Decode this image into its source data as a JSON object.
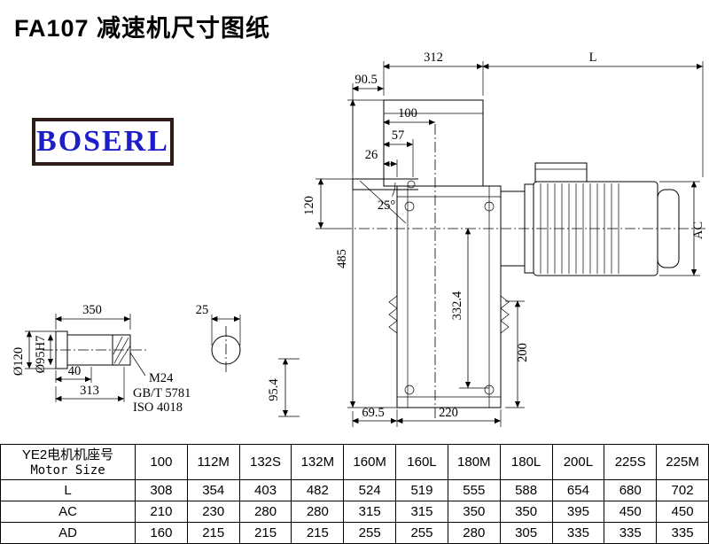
{
  "title": "FA107 减速机尺寸图纸",
  "logo": "BOSERL",
  "dims": {
    "d312": "312",
    "dL": "L",
    "d90_5": "90.5",
    "d100": "100",
    "d57": "57",
    "d26": "26",
    "d120": "120",
    "angle25": "25°",
    "d485": "485",
    "d332_4": "332.4",
    "dAC": "AC",
    "d200": "200",
    "d69_5": "69.5",
    "d220": "220",
    "d95_4": "95.4",
    "d350": "350",
    "d25": "25",
    "d40": "40",
    "d313": "313",
    "dia120": "Ø120",
    "dia95": "Ø95H7",
    "m24": "M24",
    "gbt": "GB/T 5781",
    "iso": "ISO 4018"
  },
  "table": {
    "header_cn": "YE2电机机座号",
    "header_en": "Motor Size",
    "columns": [
      "100",
      "112M",
      "132S",
      "132M",
      "160M",
      "160L",
      "180M",
      "180L",
      "200L",
      "225S",
      "225M"
    ],
    "rows": [
      {
        "label": "L",
        "values": [
          "308",
          "354",
          "403",
          "482",
          "524",
          "519",
          "555",
          "588",
          "654",
          "680",
          "702"
        ]
      },
      {
        "label": "AC",
        "values": [
          "210",
          "230",
          "280",
          "280",
          "315",
          "315",
          "350",
          "350",
          "395",
          "450",
          "450"
        ]
      },
      {
        "label": "AD",
        "values": [
          "160",
          "215",
          "215",
          "215",
          "255",
          "255",
          "280",
          "305",
          "335",
          "335",
          "335"
        ]
      }
    ]
  }
}
